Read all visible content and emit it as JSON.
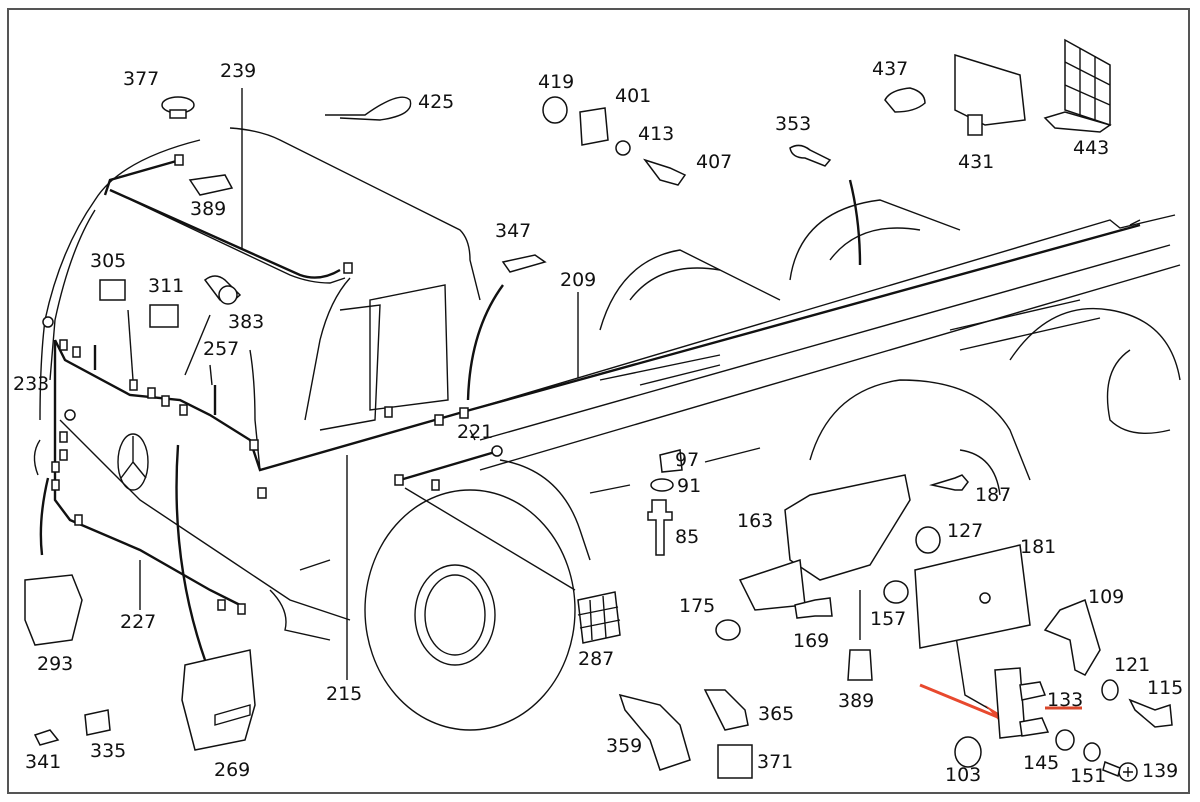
{
  "diagram": {
    "type": "exploded-parts-diagram",
    "subject": "truck cab and chassis electrical wiring harness",
    "highlight": {
      "part": "133",
      "arrow_color": "#e8492e",
      "underline_color": "#d9472b"
    },
    "labels": [
      {
        "id": "377",
        "text": "377"
      },
      {
        "id": "239",
        "text": "239"
      },
      {
        "id": "425",
        "text": "425"
      },
      {
        "id": "419",
        "text": "419"
      },
      {
        "id": "401",
        "text": "401"
      },
      {
        "id": "413",
        "text": "413"
      },
      {
        "id": "407",
        "text": "407"
      },
      {
        "id": "353",
        "text": "353"
      },
      {
        "id": "437",
        "text": "437"
      },
      {
        "id": "431",
        "text": "431"
      },
      {
        "id": "443",
        "text": "443"
      },
      {
        "id": "389a",
        "text": "389"
      },
      {
        "id": "347",
        "text": "347"
      },
      {
        "id": "305",
        "text": "305"
      },
      {
        "id": "311",
        "text": "311"
      },
      {
        "id": "383",
        "text": "383"
      },
      {
        "id": "257",
        "text": "257"
      },
      {
        "id": "209",
        "text": "209"
      },
      {
        "id": "233",
        "text": "233"
      },
      {
        "id": "221",
        "text": "221"
      },
      {
        "id": "97",
        "text": "97"
      },
      {
        "id": "91",
        "text": "91"
      },
      {
        "id": "85",
        "text": "85"
      },
      {
        "id": "187",
        "text": "187"
      },
      {
        "id": "163",
        "text": "163"
      },
      {
        "id": "127",
        "text": "127"
      },
      {
        "id": "181",
        "text": "181"
      },
      {
        "id": "293",
        "text": "293"
      },
      {
        "id": "227",
        "text": "227"
      },
      {
        "id": "287",
        "text": "287"
      },
      {
        "id": "175",
        "text": "175"
      },
      {
        "id": "169",
        "text": "169"
      },
      {
        "id": "157",
        "text": "157"
      },
      {
        "id": "109",
        "text": "109"
      },
      {
        "id": "215",
        "text": "215"
      },
      {
        "id": "389b",
        "text": "389"
      },
      {
        "id": "121",
        "text": "121"
      },
      {
        "id": "115",
        "text": "115"
      },
      {
        "id": "133",
        "text": "133"
      },
      {
        "id": "341",
        "text": "341"
      },
      {
        "id": "335",
        "text": "335"
      },
      {
        "id": "269",
        "text": "269"
      },
      {
        "id": "359",
        "text": "359"
      },
      {
        "id": "365",
        "text": "365"
      },
      {
        "id": "371",
        "text": "371"
      },
      {
        "id": "103",
        "text": "103"
      },
      {
        "id": "145",
        "text": "145"
      },
      {
        "id": "151",
        "text": "151"
      },
      {
        "id": "139",
        "text": "139"
      }
    ]
  }
}
